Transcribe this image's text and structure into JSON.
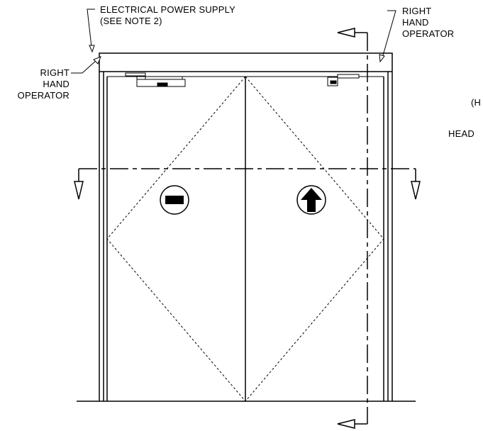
{
  "labels": {
    "power_supply": [
      "ELECTRICAL POWER SUPPLY",
      "(SEE NOTE 2)"
    ],
    "left_operator": [
      "RIGHT",
      "HAND",
      "OPERATOR"
    ],
    "right_operator": [
      "RIGHT",
      "HAND",
      "OPERATOR"
    ],
    "cut_off_1": "(H",
    "cut_off_2": "HEAD"
  },
  "colors": {
    "line": "#000000",
    "background": "#ffffff"
  },
  "icons": {
    "left_door_sign": "do-not-enter-icon",
    "right_door_sign": "up-arrow-icon"
  }
}
